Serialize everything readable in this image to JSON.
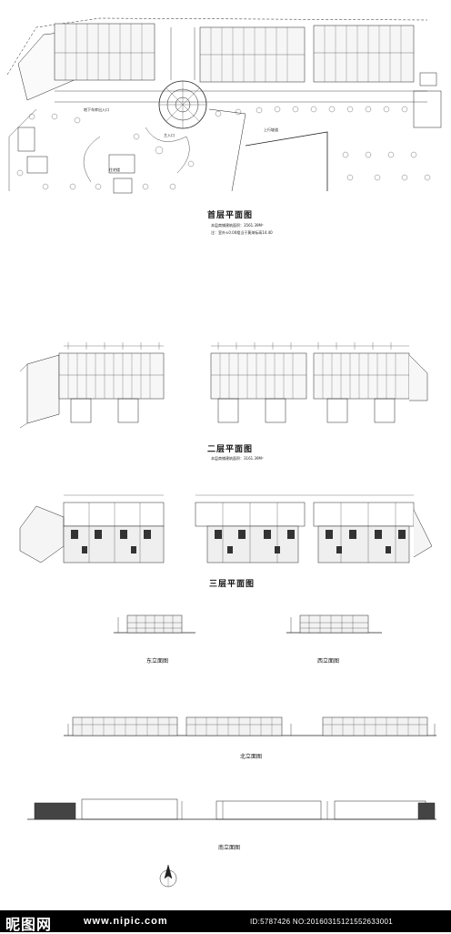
{
  "drawing": {
    "first_floor": {
      "title": "首层平面图",
      "area_note": "本层商铺建筑面积：3561.39M²",
      "footnote": "注：室外±0.00相当于黄海标高14.40",
      "site_labels": [
        "地下车库出入口",
        "主入口",
        "住宅楼",
        "上行坡道"
      ]
    },
    "second_floor": {
      "title": "二层平面图",
      "area_note": "本层商铺建筑面积：3161.39M²"
    },
    "third_floor": {
      "title": "三层平面图"
    },
    "elevations": {
      "east": "东立面图",
      "west": "西立面图",
      "north": "北立面图",
      "south": "南立面图"
    }
  },
  "watermark": {
    "brand": "昵图网",
    "site": "www.nipic.com",
    "id_line": "ID:5787426 NO:20160315121552633001"
  }
}
